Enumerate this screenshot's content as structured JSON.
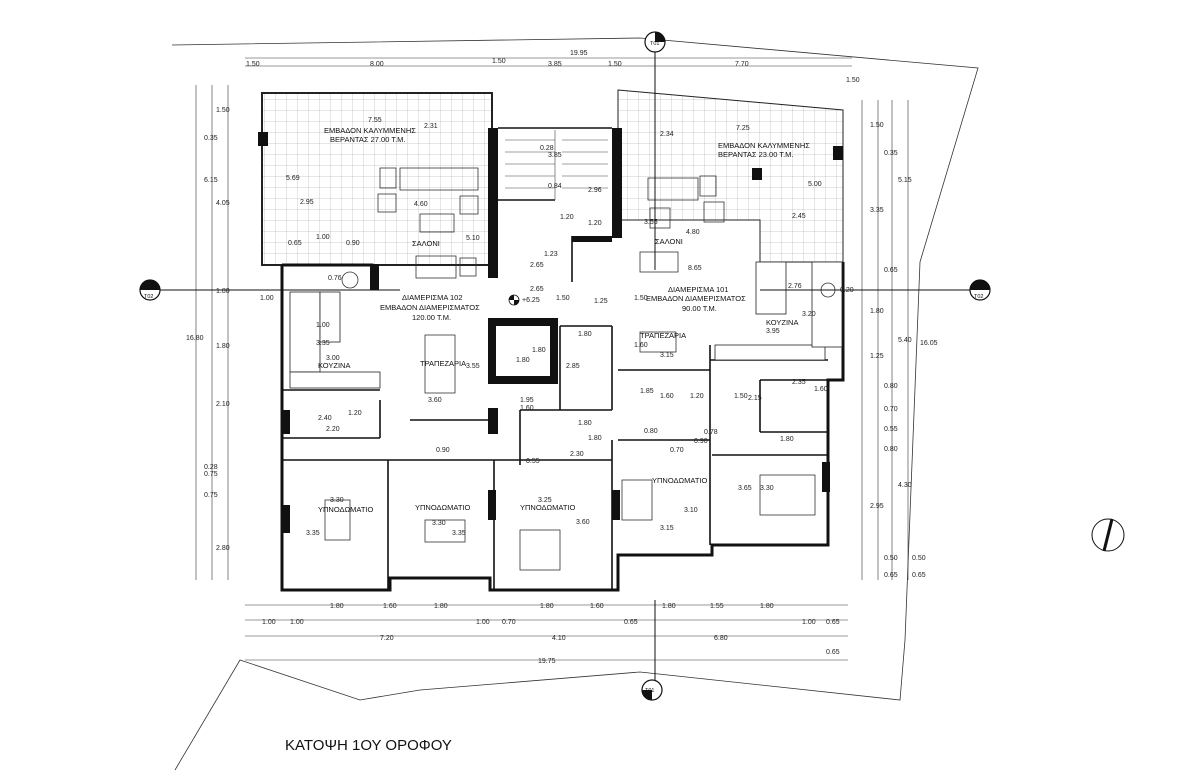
{
  "title": "ΚΑΤΟΨΗ 1ΟΥ ΟΡΟΦΟΥ",
  "section_markers": {
    "t01": "Τ01",
    "t02": "Τ02"
  },
  "level_mark": "+6.25",
  "apartments": {
    "a102": {
      "name": "ΔΙΑΜΕΡΙΣΜΑ 102",
      "area_label": "ΕΜΒΑΔΟΝ ΔΙΑΜΕΡΙΣΜΑΤΟΣ",
      "area": "120.00 Τ.Μ."
    },
    "a101": {
      "name": "ΔΙΑΜΕΡΙΣΜΑ 101",
      "area_label": "ΕΜΒΑΔΟΝ ΔΙΑΜΕΡΙΣΜΑΤΟΣ",
      "area": "90.00 Τ.Μ."
    }
  },
  "verandas": {
    "left": {
      "line1": "ΕΜΒΑΔΟΝ ΚΑΛΥΜΜΕΝΗΣ",
      "line2": "ΒΕΡΑΝΤΑΣ 27.00 Τ.Μ."
    },
    "right": {
      "line1": "ΕΜΒΑΔΟΝ ΚΑΛΥΜΜΕΝΗΣ",
      "line2": "ΒΕΡΑΝΤΑΣ 23.00 Τ.Μ."
    }
  },
  "rooms": {
    "living_left": "ΣΑΛΟΝΙ",
    "living_right": "ΣΑΛΟΝΙ",
    "kitchen_left": "ΚΟΥΖΙΝΑ",
    "kitchen_right": "ΚΟΥΖΙΝΑ",
    "dining_left": "ΤΡΑΠΕΖΑΡΙΑ",
    "dining_right": "ΤΡΑΠΕΖΑΡΙΑ",
    "bed1": "ΥΠΝΟΔΩΜΑΤΙΟ",
    "bed2": "ΥΠΝΟΔΩΜΑΤΙΟ",
    "bed3": "ΥΠΝΟΔΩΜΑΤΙΟ",
    "bed4": "ΥΠΝΟΔΩΜΑΤΙΟ"
  },
  "dims": {
    "top_total": "19.95",
    "top_a": "1.50",
    "top_b": "8.00",
    "top_c": "1.50",
    "top_d": "3.85",
    "top_e": "1.50",
    "top_f": "7.70",
    "top_g": "1.50",
    "bot_a": "1.80",
    "bot_b": "1.60",
    "bot_c": "1.80",
    "bot_d": "1.80",
    "bot_e": "1.60",
    "bot_f": "1.80",
    "bot_g": "1.55",
    "bot_h": "1.80",
    "bot2_a": "1.00",
    "bot2_b": "1.00",
    "bot2_c": "1.00",
    "bot2_d": "0.70",
    "bot2_e": "0.65",
    "bot2_f": "1.00",
    "bot2_g": "0.65",
    "bot3_a": "7.20",
    "bot3_b": "4.10",
    "bot3_c": "6.80",
    "bot3_d": "0.65",
    "bot_total": "19.75",
    "bot4_a": "0.65",
    "l_a": "1.50",
    "l_b": "0.35",
    "l_c": "6.15",
    "l_d": "4.05",
    "l_e": "1.80",
    "l_f": "1.00",
    "l_total": "16.80",
    "l_g": "1.80",
    "l_h": "2.10",
    "l_i": "0.28",
    "l_j": "0.75",
    "l_k": "0.75",
    "l_l": "2.80",
    "r_a": "1.50",
    "r_b": "0.35",
    "r_c": "5.15",
    "r_d": "3.35",
    "r_e": "0.65",
    "r_f": "1.80",
    "r_g": "1.25",
    "r_h": "5.40",
    "r_total": "16.05",
    "r_i": "0.80",
    "r_j": "0.70",
    "r_k": "0.55",
    "r_l": "0.80",
    "r_m": "4.30",
    "r_n": "2.95",
    "r_o": "0.50",
    "r_p": "0.50",
    "r_q": "0.65",
    "r_r": "0.65",
    "v_l_w": "7.55",
    "v_l_s": "2.31",
    "v_l_h": "5.69",
    "v_l_d": "2.95",
    "v_r_w": "7.25",
    "v_r_s": "2.34",
    "v_r_h": "5.00",
    "v_r_d": "2.45",
    "liv_l_w": "4.60",
    "liv_l_h": "5.10",
    "liv_l_a": "0.65",
    "liv_l_b": "1.00",
    "liv_l_c": "0.90",
    "liv_l_d": "0.76",
    "kit_l_a": "1.00",
    "kit_l_b": "3.35",
    "kit_l_c": "3.00",
    "din_l_h": "3.55",
    "din_l_w": "3.60",
    "wc_l_a": "2.40",
    "wc_l_b": "1.20",
    "wc_l_c": "2.20",
    "stair_a": "0.28",
    "stair_b": "3.85",
    "stair_c": "0.84",
    "stair_d": "2.96",
    "stair_e": "1.20",
    "stair_f": "1.20",
    "stair_g": "1.23",
    "hall_a": "2.65",
    "hall_b": "2.65",
    "hall_c": "1.50",
    "hall_d": "1.25",
    "lift_a": "1.80",
    "lift_b": "1.80",
    "lift_c": "1.80",
    "c_a": "2.85",
    "c_b": "1.95",
    "c_c": "1.60",
    "c_d": "1.80",
    "c_e": "1.80",
    "c_f": "0.55",
    "c_g": "2.30",
    "c_h": "0.90",
    "liv_r_a": "3.55",
    "liv_r_b": "4.80",
    "liv_r_c": "8.65",
    "liv_r_d": "1.50",
    "kit_r_a": "2.76",
    "kit_r_b": "0.20",
    "kit_r_c": "3.20",
    "kit_r_d": "3.95",
    "din_r_a": "1.60",
    "din_r_b": "3.15",
    "br_a": "1.85",
    "br_b": "1.60",
    "br_c": "1.20",
    "br_d": "1.50",
    "br_e": "2.15",
    "br_f": "2.35",
    "br_g": "1.60",
    "br_h": "0.80",
    "br_i": "0.90",
    "br_j": "0.70",
    "br_k": "0.78",
    "br_l": "1.80",
    "bed_a": "3.30",
    "bed_b": "3.35",
    "bed_c": "3.30",
    "bed_d": "3.35",
    "bed_e": "3.25",
    "bed_f": "3.60",
    "bed_g": "3.10",
    "bed_h": "3.15",
    "bed_i": "3.65",
    "bed_j": "3.30"
  }
}
